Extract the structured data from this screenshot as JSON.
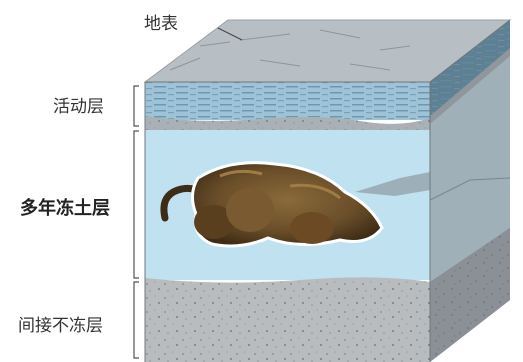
{
  "labels": {
    "surface": "地表",
    "active_layer": "活动层",
    "permafrost": "多年冻土层",
    "unfrozen_layer": "间接不冻层"
  },
  "colors": {
    "surface_top": "#b7bec4",
    "active_layer": "#9fc3d6",
    "permafrost": "#bfe1f0",
    "unfrozen": "#b9bcbf",
    "right_face": "#8f969c",
    "bracket": "#555555",
    "specimen": "#6b4f2a"
  }
}
